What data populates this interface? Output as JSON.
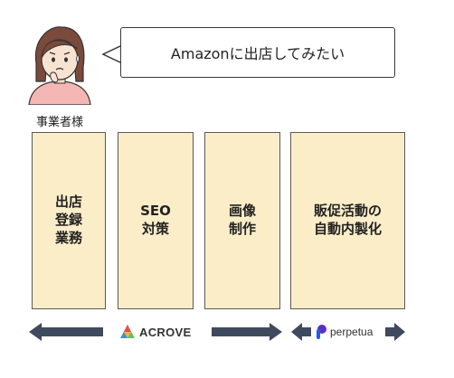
{
  "speech": {
    "text": "Amazonに出店してみたい"
  },
  "client": {
    "label": "事業者様"
  },
  "services": [
    {
      "label": "出店\n登録\n業務"
    },
    {
      "label": "SEO\n対策"
    },
    {
      "label": "画像\n制作"
    },
    {
      "label": "販促活動の\n自動内製化"
    }
  ],
  "logos": {
    "acrove": "ACROVE",
    "perpetua": "perpetua"
  },
  "colors": {
    "box_fill": "#fbedc7",
    "arrow": "#3f4a5e"
  }
}
